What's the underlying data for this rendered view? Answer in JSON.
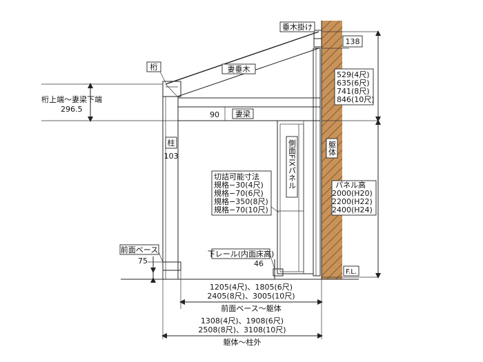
{
  "labels": {
    "taruki_kake": "垂木掛け",
    "keta": "桁",
    "tsuma_taruki": "妻垂木",
    "keta_top_to_tsumabari_bottom": "桁上端～妻梁下端",
    "keta_top_value": "296.5",
    "tsumabari": "妻梁",
    "tsumabari_value": "90",
    "hashira": "柱",
    "hashira_value": "103",
    "kutai": "躯体",
    "side_fix_panel": "側面FIXパネル",
    "cut_title": "切詰可能寸法",
    "cut_lines": [
      "規格−30(4尺)",
      "規格−70(6尺)",
      "規格−350(8尺)",
      "規格−70(10尺)"
    ],
    "front_base": "前面ベース",
    "front_base_value": "75",
    "lower_rail": "下レール(内面床高)",
    "lower_rail_value": "46",
    "panel_height": "パネル高",
    "panel_heights": [
      "2000(H20)",
      "2200(H22)",
      "2400(H24)"
    ],
    "fl": "F.L.",
    "top_138": "138",
    "rafter_lengths": [
      "529(4尺)",
      "635(6尺)",
      "741(8尺)",
      "846(10尺)"
    ],
    "base_to_body_values": [
      "1205(4尺)、1805(6尺)",
      "2405(8尺)、3005(10尺)"
    ],
    "base_to_body_label": "前面ベース～躯体",
    "body_to_post_values": [
      "1308(4尺)、1908(6尺)",
      "2508(8尺)、3108(10尺)"
    ],
    "body_to_post_label": "躯体～柱外"
  },
  "colors": {
    "wall_fill": "#c8935a",
    "wall_hatch": "#7a4a1c",
    "line": "#222222"
  }
}
